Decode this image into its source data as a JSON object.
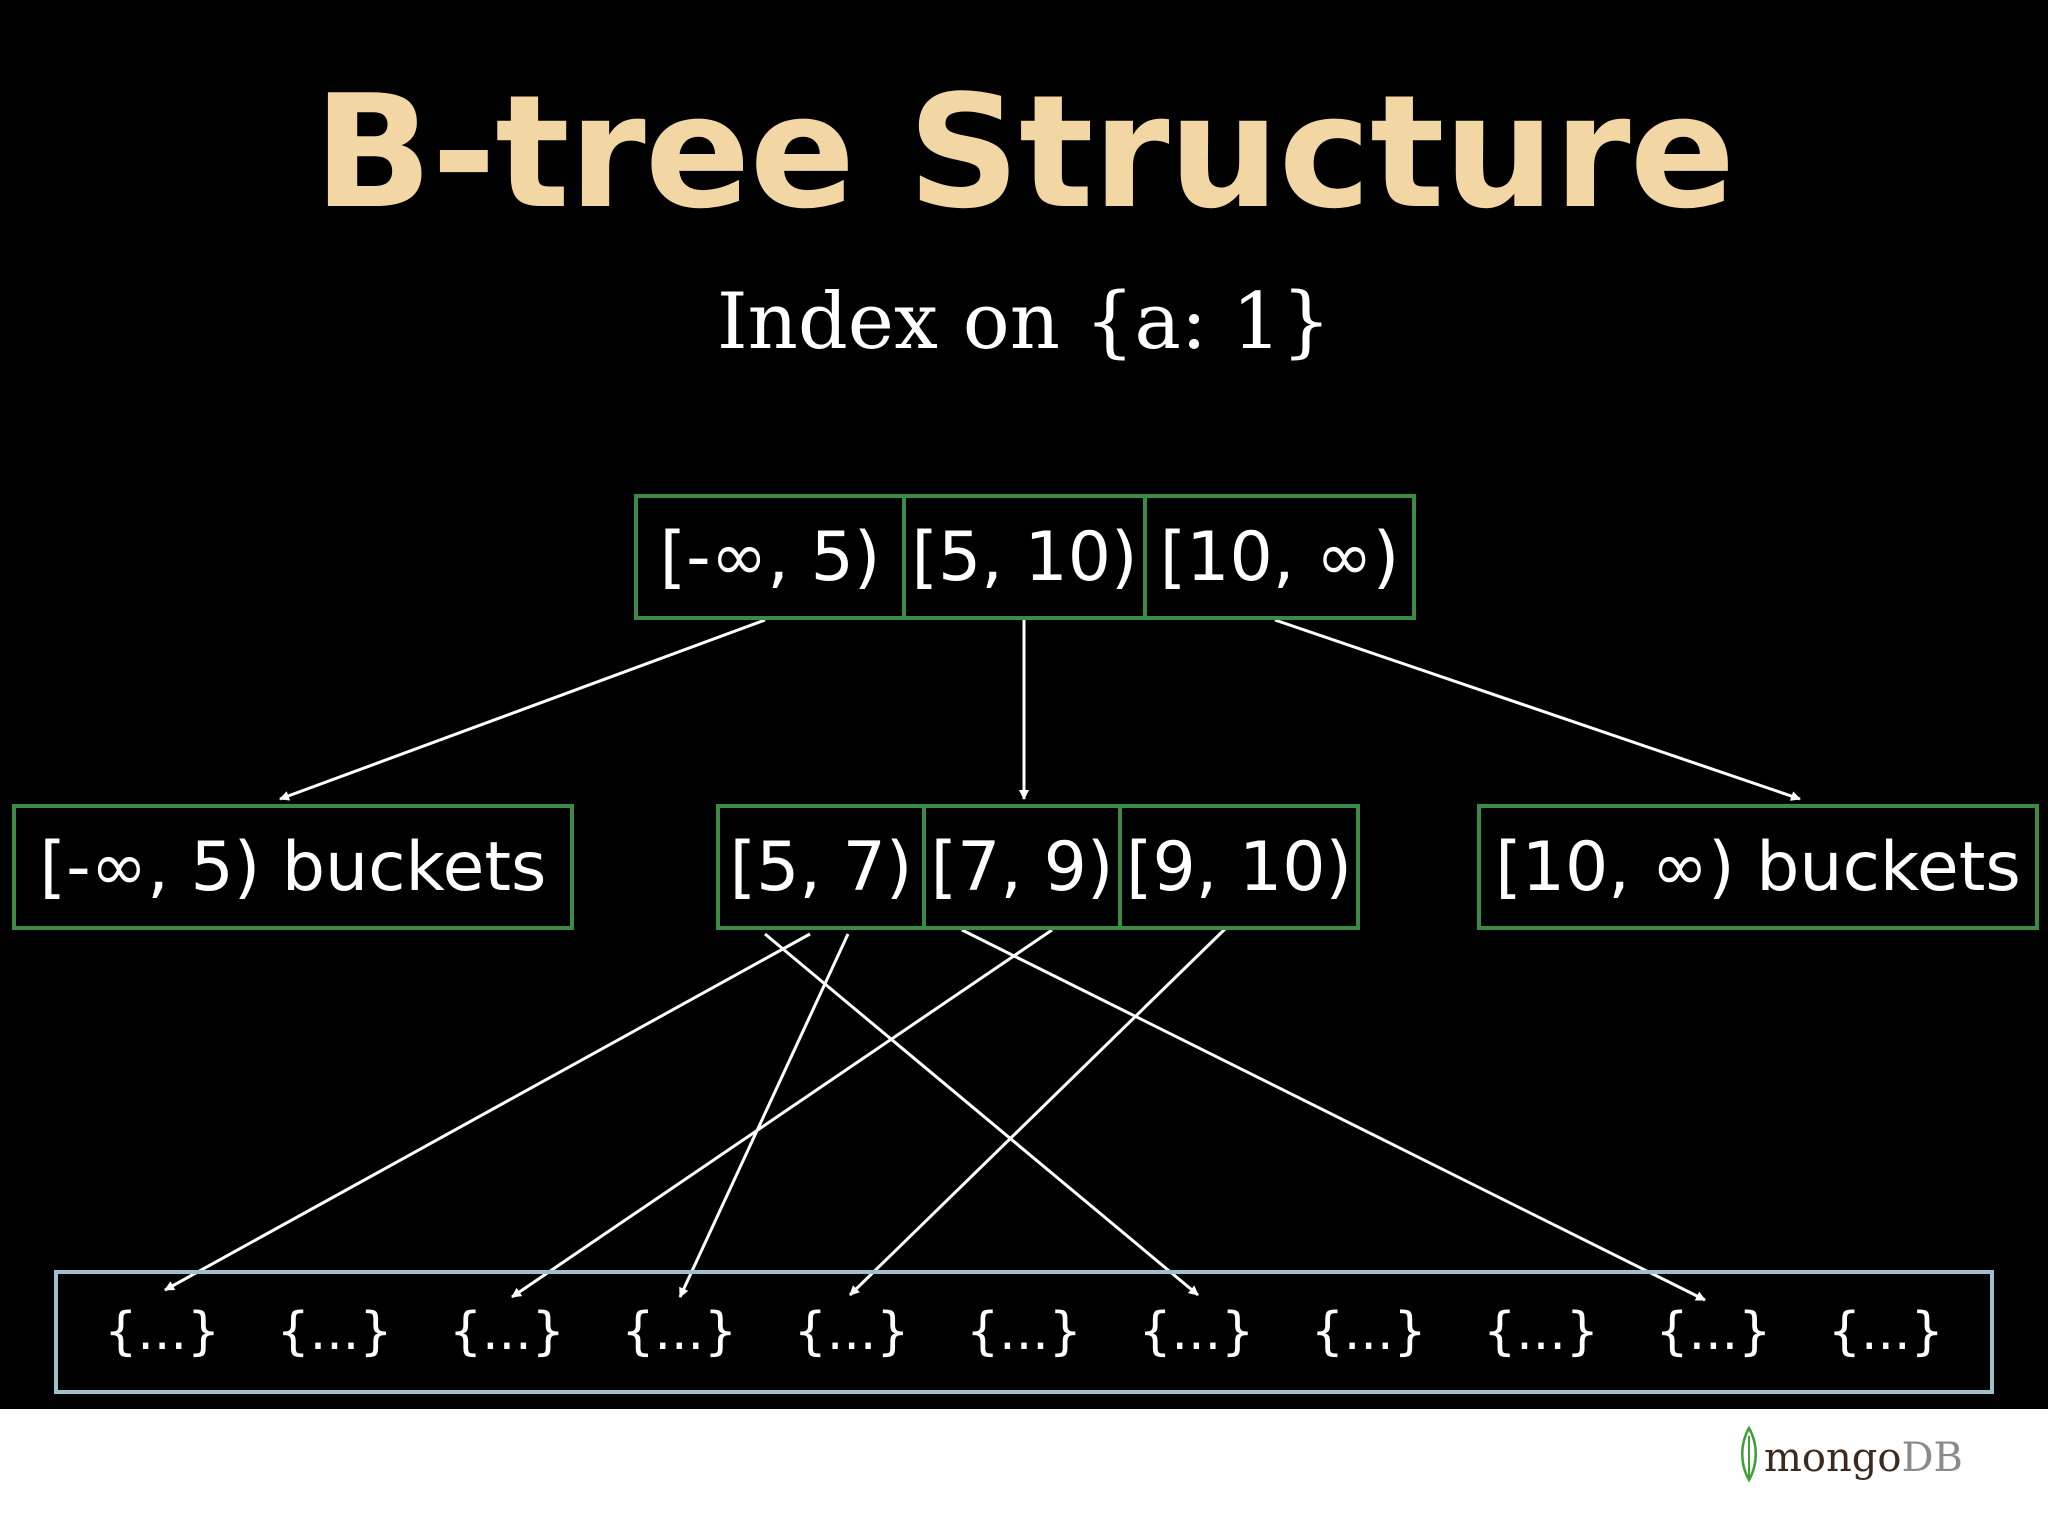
{
  "title": "B-tree Structure",
  "subtitle": "Index on {a: 1}",
  "colors": {
    "background": "#000000",
    "title": "#f2d6a4",
    "text": "#ffffff",
    "node_border": "#3b8a46",
    "document_row_border": "#9fbfcc",
    "arrow": "#ffffff"
  },
  "root": {
    "keys": [
      "[-∞, 5)",
      "[5, 10)",
      "[10, ∞)"
    ]
  },
  "level2": {
    "left_bucket": "[-∞, 5) buckets",
    "middle_node": {
      "keys": [
        "[5, 7)",
        "[7, 9)",
        "[9, 10)"
      ]
    },
    "right_bucket": "[10, ∞) buckets"
  },
  "documents": [
    "{...}",
    "{...}",
    "{...}",
    "{...}",
    "{...}",
    "{...}",
    "{...}",
    "{...}",
    "{...}",
    "{...}",
    "{...}"
  ],
  "edges": [
    {
      "from": "root-key-[-∞, 5)",
      "to": "[-∞, 5) buckets"
    },
    {
      "from": "root-key-[5, 10)",
      "to": "middle-node"
    },
    {
      "from": "root-key-[10, ∞)",
      "to": "[10, ∞) buckets"
    },
    {
      "from": "[5, 7)",
      "to": "document-1"
    },
    {
      "from": "[5, 7)",
      "to": "document-4"
    },
    {
      "from": "[5, 7)",
      "to": "document-7"
    },
    {
      "from": "[7, 9)",
      "to": "document-3"
    },
    {
      "from": "[7, 9)",
      "to": "document-10"
    },
    {
      "from": "[9, 10)",
      "to": "document-5"
    }
  ],
  "logo": {
    "part1": "mongo",
    "part2": "DB",
    "color1": "#3b2a1e",
    "color2": "#8a8a8a",
    "leaf_color": "#3fa037"
  }
}
